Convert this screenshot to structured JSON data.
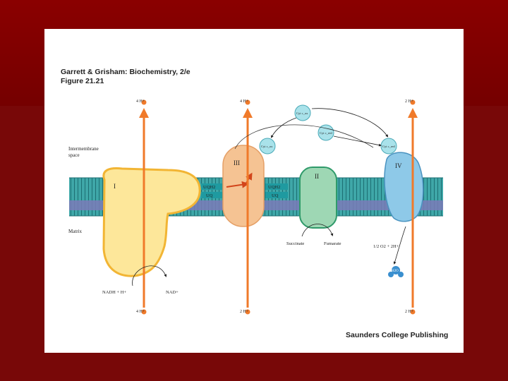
{
  "slide": {
    "book_title": "Garrett & Grisham: Biochemistry, 2/e",
    "figure": "Figure 21.21",
    "publisher": "Saunders College Publishing"
  },
  "regions": {
    "intermembrane_line1": "Intermembrane",
    "intermembrane_line2": "space",
    "matrix": "Matrix"
  },
  "complexes": {
    "I": "I",
    "II": "II",
    "III": "III",
    "IV": "IV"
  },
  "protons": {
    "top_1": "4 H+",
    "top_2": "4 H+",
    "top_3": "2 H+",
    "bottom_1": "4 H+",
    "bottom_2": "2 H+",
    "bottom_3": "2 H+"
  },
  "cytochromes": {
    "cyt_c_top": "Cyt c_ox",
    "cyt_c_mid": "Cyt c_red",
    "cyt_c_left": "Cyt c_ox",
    "cyt_c_right": "Cyt c_red"
  },
  "quinones": {
    "uqh2_left": "UQH2",
    "uq_left": "UQ",
    "uqh2_right": "UQH2",
    "uq_right": "UQ"
  },
  "substrates": {
    "nadh": "NADH + H+",
    "nad": "NAD+",
    "succinate": "Succinate",
    "fumarate": "Fumarate",
    "oxygen": "1/2 O2 + 2H+",
    "water": "H2O"
  },
  "colors": {
    "background": "#7a0000",
    "proton_arrow": "#f07a2a",
    "membrane": "#3fa7a8",
    "membrane_band": "#7b7bb8",
    "complex_I": "#fde79a",
    "complex_II": "#9ed7b4",
    "complex_III": "#f5c393",
    "complex_IV": "#8ec9e8",
    "cytochrome": "#a9e2ea"
  }
}
